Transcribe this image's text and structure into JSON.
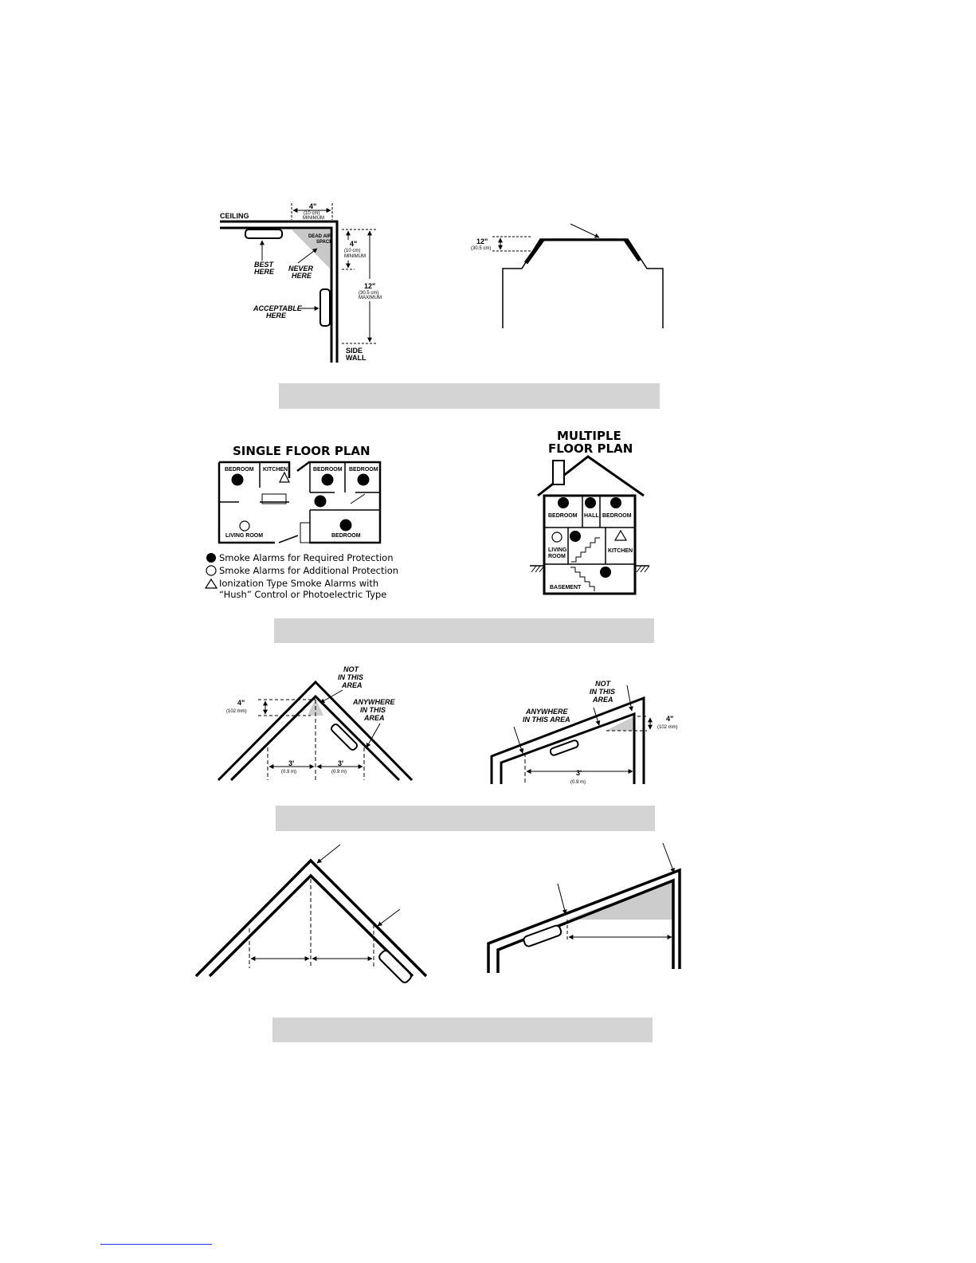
{
  "fig1": {
    "ceiling": "CEILING",
    "side_wall_1": "SIDE",
    "side_wall_2": "WALL",
    "dead_air_1": "DEAD AIR",
    "dead_air_2": "SPACE",
    "dim_top_main": "4\"",
    "dim_top_cm": "(10 cm)",
    "dim_top_min": "MINIMUM",
    "dim_side_main": "4\"",
    "dim_side_cm": "(10 cm)",
    "dim_side_min": "MINIMUM",
    "dim_max_main": "12\"",
    "dim_max_cm": "(30.5 cm)",
    "dim_max_max": "MAXIMUM",
    "best_1": "BEST",
    "best_2": "HERE",
    "never_1": "NEVER",
    "never_2": "HERE",
    "acceptable_1": "ACCEPTABLE",
    "acceptable_2": "HERE"
  },
  "fig2": {
    "dim_main": "12\"",
    "dim_cm": "(30.5 cm)"
  },
  "single_plan": {
    "title": "SINGLE FLOOR PLAN",
    "rooms": {
      "bedroom_a": "BEDROOM",
      "kitchen": "KITCHEN",
      "bedroom_b": "BEDROOM",
      "bedroom_c": "BEDROOM",
      "living_room": "LIVING ROOM",
      "bedroom_d": "BEDROOM"
    },
    "legend": {
      "required": "Smoke Alarms for Required Protection",
      "additional": "Smoke Alarms for Additional Protection",
      "ionization_1": "Ionization Type Smoke Alarms with",
      "ionization_2": "“Hush” Control or Photoelectric Type"
    }
  },
  "multi_plan": {
    "title_1": "MULTIPLE",
    "title_2": "FLOOR PLAN",
    "rooms": {
      "bedroom_a": "BEDROOM",
      "hall": "HALL",
      "bedroom_b": "BEDROOM",
      "living_1": "LIVING",
      "living_2": "ROOM",
      "kitchen": "KITCHEN",
      "basement": "BASEMENT"
    }
  },
  "peaked": {
    "not_1": "NOT",
    "not_2": "IN THIS",
    "not_3": "AREA",
    "any_1": "ANYWHERE",
    "any_2": "IN THIS",
    "any_3": "AREA",
    "dim_4": "4\"",
    "dim_4_mm": "(102 mm)",
    "dim_3a": "3'",
    "dim_3a_m": "(0.9 m)",
    "dim_3b": "3'",
    "dim_3b_m": "(0.9 m)"
  },
  "sloped": {
    "not_1": "NOT",
    "not_2": "IN THIS",
    "not_3": "AREA",
    "any_1": "ANYWHERE",
    "any_2": "IN THIS AREA",
    "dim_4": "4\"",
    "dim_4_mm": "(102 mm)",
    "dim_3": "3'",
    "dim_3_m": "(0.9 m)"
  },
  "colors": {
    "caption_bar": "#d4d4d4",
    "shade": "#cccccc",
    "link": "#2a33d6"
  }
}
